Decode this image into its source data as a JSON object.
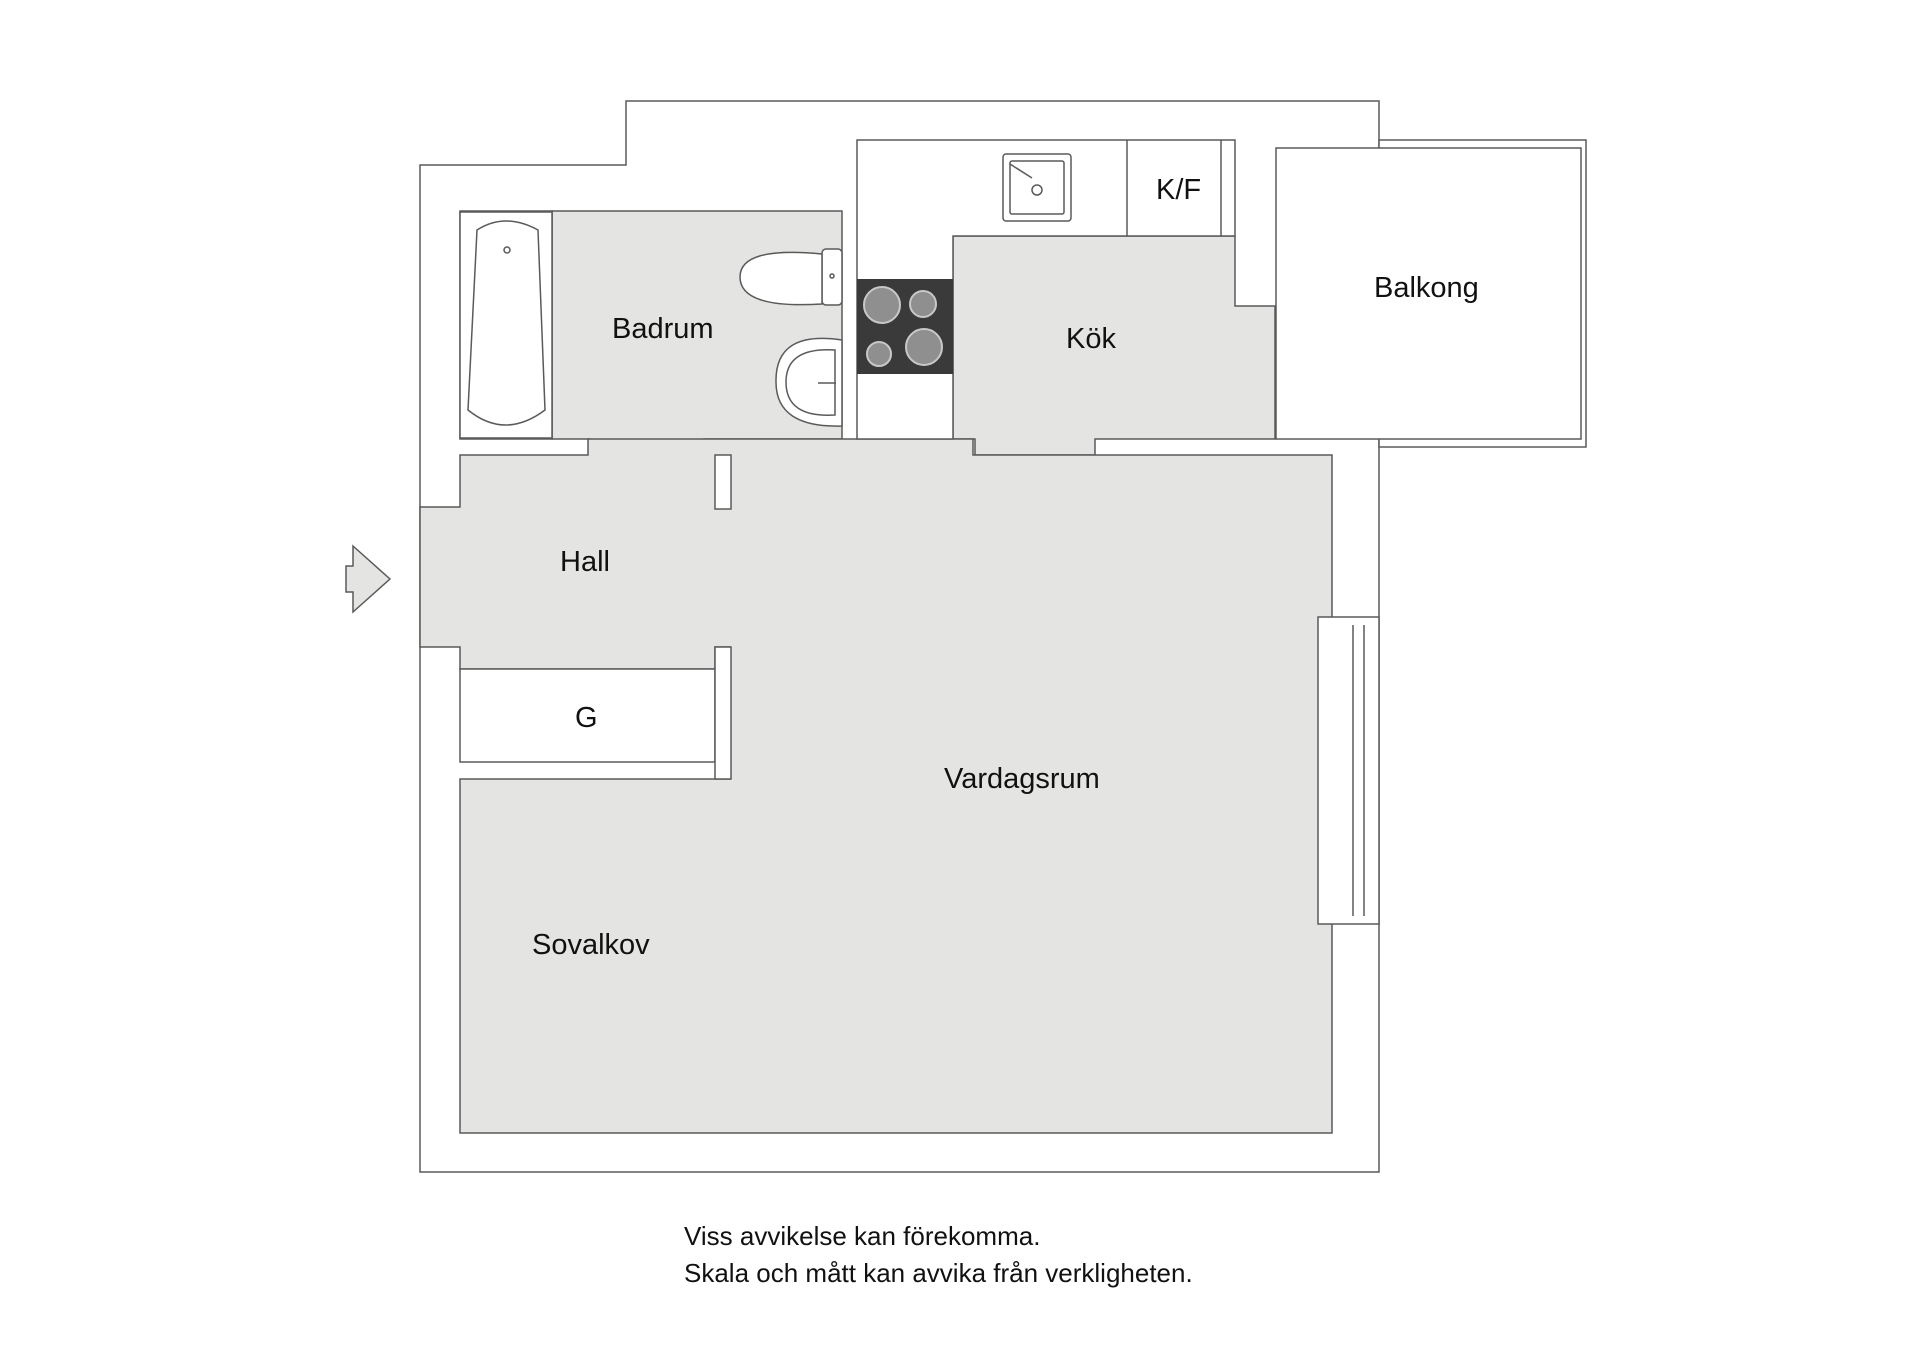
{
  "rooms": {
    "badrum": "Badrum",
    "kok": "Kök",
    "kf": "K/F",
    "balkong": "Balkong",
    "hall": "Hall",
    "g": "G",
    "vardagsrum": "Vardagsrum",
    "sovalkov": "Sovalkov"
  },
  "disclaimer": {
    "line1": "Viss avvikelse kan förekomma.",
    "line2": "Skala och mått kan avvika från verkligheten."
  },
  "colors": {
    "floor": "#e4e4e2",
    "wall": "#ffffff",
    "stroke": "#5a5a5a",
    "stove": "#3a3a3a"
  },
  "icons": {
    "entrance": "entrance-arrow-icon",
    "bathtub": "bathtub-icon",
    "toilet": "toilet-icon",
    "washbasin": "washbasin-icon",
    "sink": "kitchen-sink-icon",
    "stove": "stove-icon"
  }
}
